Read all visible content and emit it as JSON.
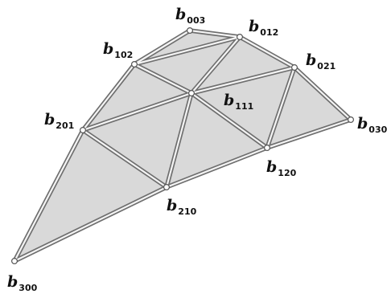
{
  "colors": {
    "face": "#d9d9d9",
    "edge_outer": "#6e6e6e",
    "edge_inner": "#f4f4f4",
    "point_fill": "#ffffff",
    "point_stroke": "#555555",
    "label": "#111111"
  },
  "control_points": [
    {
      "id": "b003",
      "base": "b",
      "sub": "003"
    },
    {
      "id": "b012",
      "base": "b",
      "sub": "012"
    },
    {
      "id": "b102",
      "base": "b",
      "sub": "102"
    },
    {
      "id": "b021",
      "base": "b",
      "sub": "021"
    },
    {
      "id": "b111",
      "base": "b",
      "sub": "111"
    },
    {
      "id": "b201",
      "base": "b",
      "sub": "201"
    },
    {
      "id": "b030",
      "base": "b",
      "sub": "030"
    },
    {
      "id": "b120",
      "base": "b",
      "sub": "120"
    },
    {
      "id": "b210",
      "base": "b",
      "sub": "210"
    },
    {
      "id": "b300",
      "base": "b",
      "sub": "300"
    }
  ],
  "edges": [
    [
      "b300",
      "b201"
    ],
    [
      "b201",
      "b102"
    ],
    [
      "b102",
      "b003"
    ],
    [
      "b003",
      "b012"
    ],
    [
      "b012",
      "b021"
    ],
    [
      "b021",
      "b030"
    ],
    [
      "b030",
      "b120"
    ],
    [
      "b120",
      "b210"
    ],
    [
      "b210",
      "b300"
    ],
    [
      "b201",
      "b111"
    ],
    [
      "b111",
      "b021"
    ],
    [
      "b102",
      "b012"
    ],
    [
      "b102",
      "b111"
    ],
    [
      "b111",
      "b120"
    ],
    [
      "b012",
      "b111"
    ],
    [
      "b111",
      "b210"
    ],
    [
      "b201",
      "b210"
    ],
    [
      "b021",
      "b120"
    ]
  ],
  "faces": [
    [
      "b003",
      "b012",
      "b102"
    ],
    [
      "b102",
      "b012",
      "b111"
    ],
    [
      "b012",
      "b021",
      "b111"
    ],
    [
      "b102",
      "b111",
      "b201"
    ],
    [
      "b021",
      "b030",
      "b120"
    ],
    [
      "b021",
      "b120",
      "b111"
    ],
    [
      "b111",
      "b120",
      "b210"
    ],
    [
      "b111",
      "b210",
      "b201"
    ],
    [
      "b201",
      "b210",
      "b300"
    ]
  ]
}
